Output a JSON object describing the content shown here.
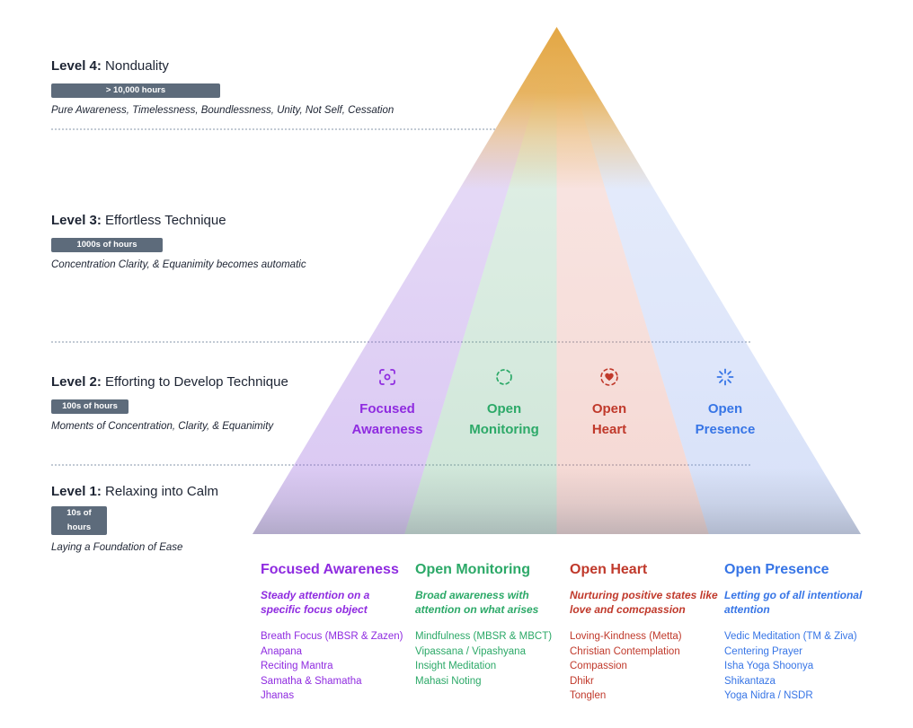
{
  "colors": {
    "purple": "#8f2be0",
    "green": "#2ca968",
    "red": "#c0392b",
    "blue": "#3775e6",
    "gold": "#e2a33c",
    "badge": "#5d6b7b",
    "ink": "#1d2433"
  },
  "levels": [
    {
      "label_bold": "Level 4:",
      "label_rest": "Nonduality",
      "badge": "> 10,000 hours",
      "desc": "Pure Awareness, Timelessness, Boundlessness, Unity, Not Self, Cessation"
    },
    {
      "label_bold": "Level 3:",
      "label_rest": "Effortless Technique",
      "badge": "1000s of hours",
      "desc": "Concentration Clarity, & Equanimity becomes automatic"
    },
    {
      "label_bold": "Level 2:",
      "label_rest": "Efforting to Develop Technique",
      "badge": "100s of hours",
      "desc": "Moments of Concentration, Clarity, & Equanimity"
    },
    {
      "label_bold": "Level 1:",
      "label_rest": "Relaxing into Calm",
      "badge": "10s of hours",
      "desc": "Laying a Foundation of Ease"
    }
  ],
  "pyramid": {
    "categories": [
      {
        "line1": "Focused",
        "line2": "Awareness",
        "icon": "focus-target-icon"
      },
      {
        "line1": "Open",
        "line2": "Monitoring",
        "icon": "dashed-circle-icon"
      },
      {
        "line1": "Open",
        "line2": "Heart",
        "icon": "heart-icon"
      },
      {
        "line1": "Open",
        "line2": "Presence",
        "icon": "sparkle-icon"
      }
    ]
  },
  "columns": [
    {
      "title": "Focused Awareness",
      "subtitle": "Steady attention on a specific focus object",
      "items": [
        "Breath Focus (MBSR & Zazen)",
        "Anapana",
        "Reciting Mantra",
        "Samatha & Shamatha",
        "Jhanas"
      ]
    },
    {
      "title": "Open Monitoring",
      "subtitle": "Broad awareness with attention on what arises",
      "items": [
        "Mindfulness (MBSR & MBCT)",
        "Vipassana / Vipashyana",
        "Insight Meditation",
        "Mahasi Noting"
      ]
    },
    {
      "title": "Open Heart",
      "subtitle": "Nurturing positive states like love and comcpassion",
      "items": [
        "Loving-Kindness (Metta)",
        "Christian Contemplation",
        "Compassion",
        "Dhikr",
        "Tonglen"
      ]
    },
    {
      "title": "Open Presence",
      "subtitle": "Letting go of all intentional attention",
      "items": [
        "Vedic Meditation (TM & Ziva)",
        "Centering Prayer",
        "Isha Yoga Shoonya",
        "Shikantaza",
        "Yoga Nidra / NSDR"
      ]
    }
  ]
}
